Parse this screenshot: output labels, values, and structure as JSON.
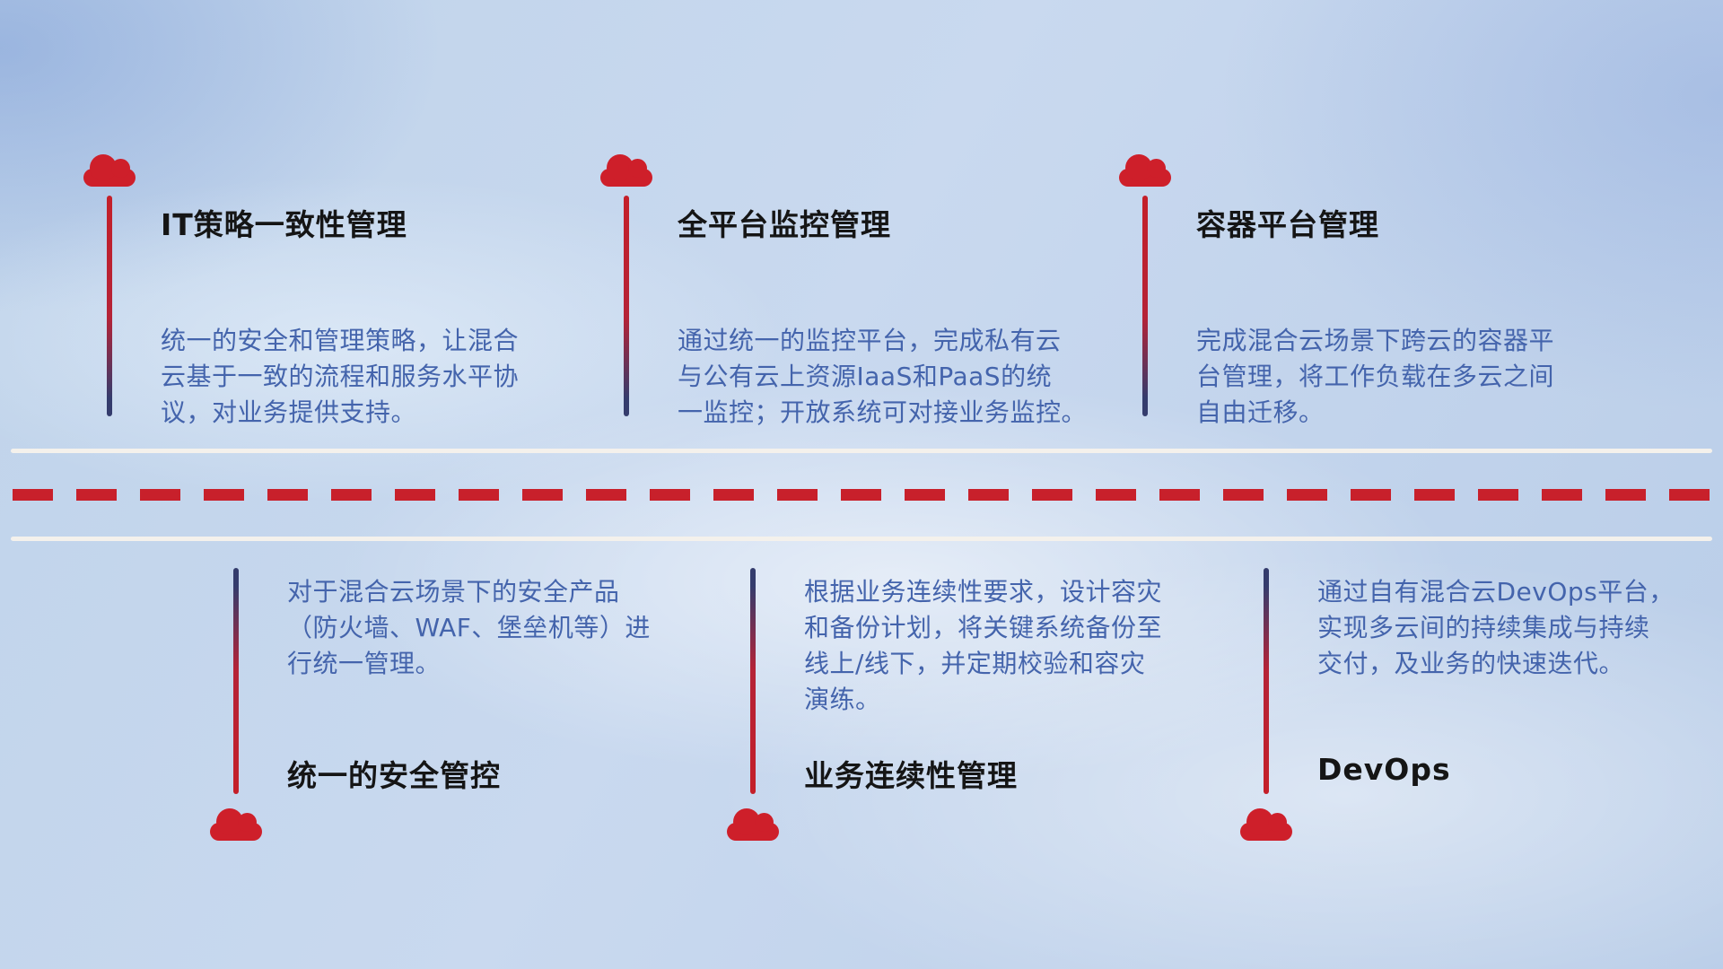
{
  "diagram_title": "hybrid-cloud-management-capabilities",
  "colors": {
    "cloud_red": "#ce1f2a",
    "line_navy": "#343c6d",
    "title_text": "#151515",
    "description_text": "#4464ac",
    "road_white": "#f4f1ec",
    "dash_red": "#c8202b",
    "background_blue": "#bfd3ea"
  },
  "top_items": [
    {
      "icon": "cloud-icon",
      "title": "IT策略一致性管理",
      "description": "统一的安全和管理策略，让混合\n云基于一致的流程和服务水平协\n议，对业务提供支持。"
    },
    {
      "icon": "cloud-icon",
      "title": "全平台监控管理",
      "description": "通过统一的监控平台，完成私有云\n与公有云上资源IaaS和PaaS的统\n一监控；开放系统可对接业务监控。"
    },
    {
      "icon": "cloud-icon",
      "title": "容器平台管理",
      "description": "完成混合云场景下跨云的容器平\n台管理，将工作负载在多云之间\n自由迁移。"
    }
  ],
  "bottom_items": [
    {
      "icon": "cloud-icon",
      "title": "统一的安全管控",
      "description": "对于混合云场景下的安全产品\n（防火墙、WAF、堡垒机等）进\n行统一管理。"
    },
    {
      "icon": "cloud-icon",
      "title": "业务连续性管理",
      "description": "根据业务连续性要求，设计容灾\n和备份计划，将关键系统备份至\n线上/线下，并定期校验和容灾\n演练。"
    },
    {
      "icon": "cloud-icon",
      "title": "DevOps",
      "description": "通过自有混合云DevOps平台，\n实现多云间的持续集成与持续\n交付，及业务的快速迭代。"
    }
  ]
}
